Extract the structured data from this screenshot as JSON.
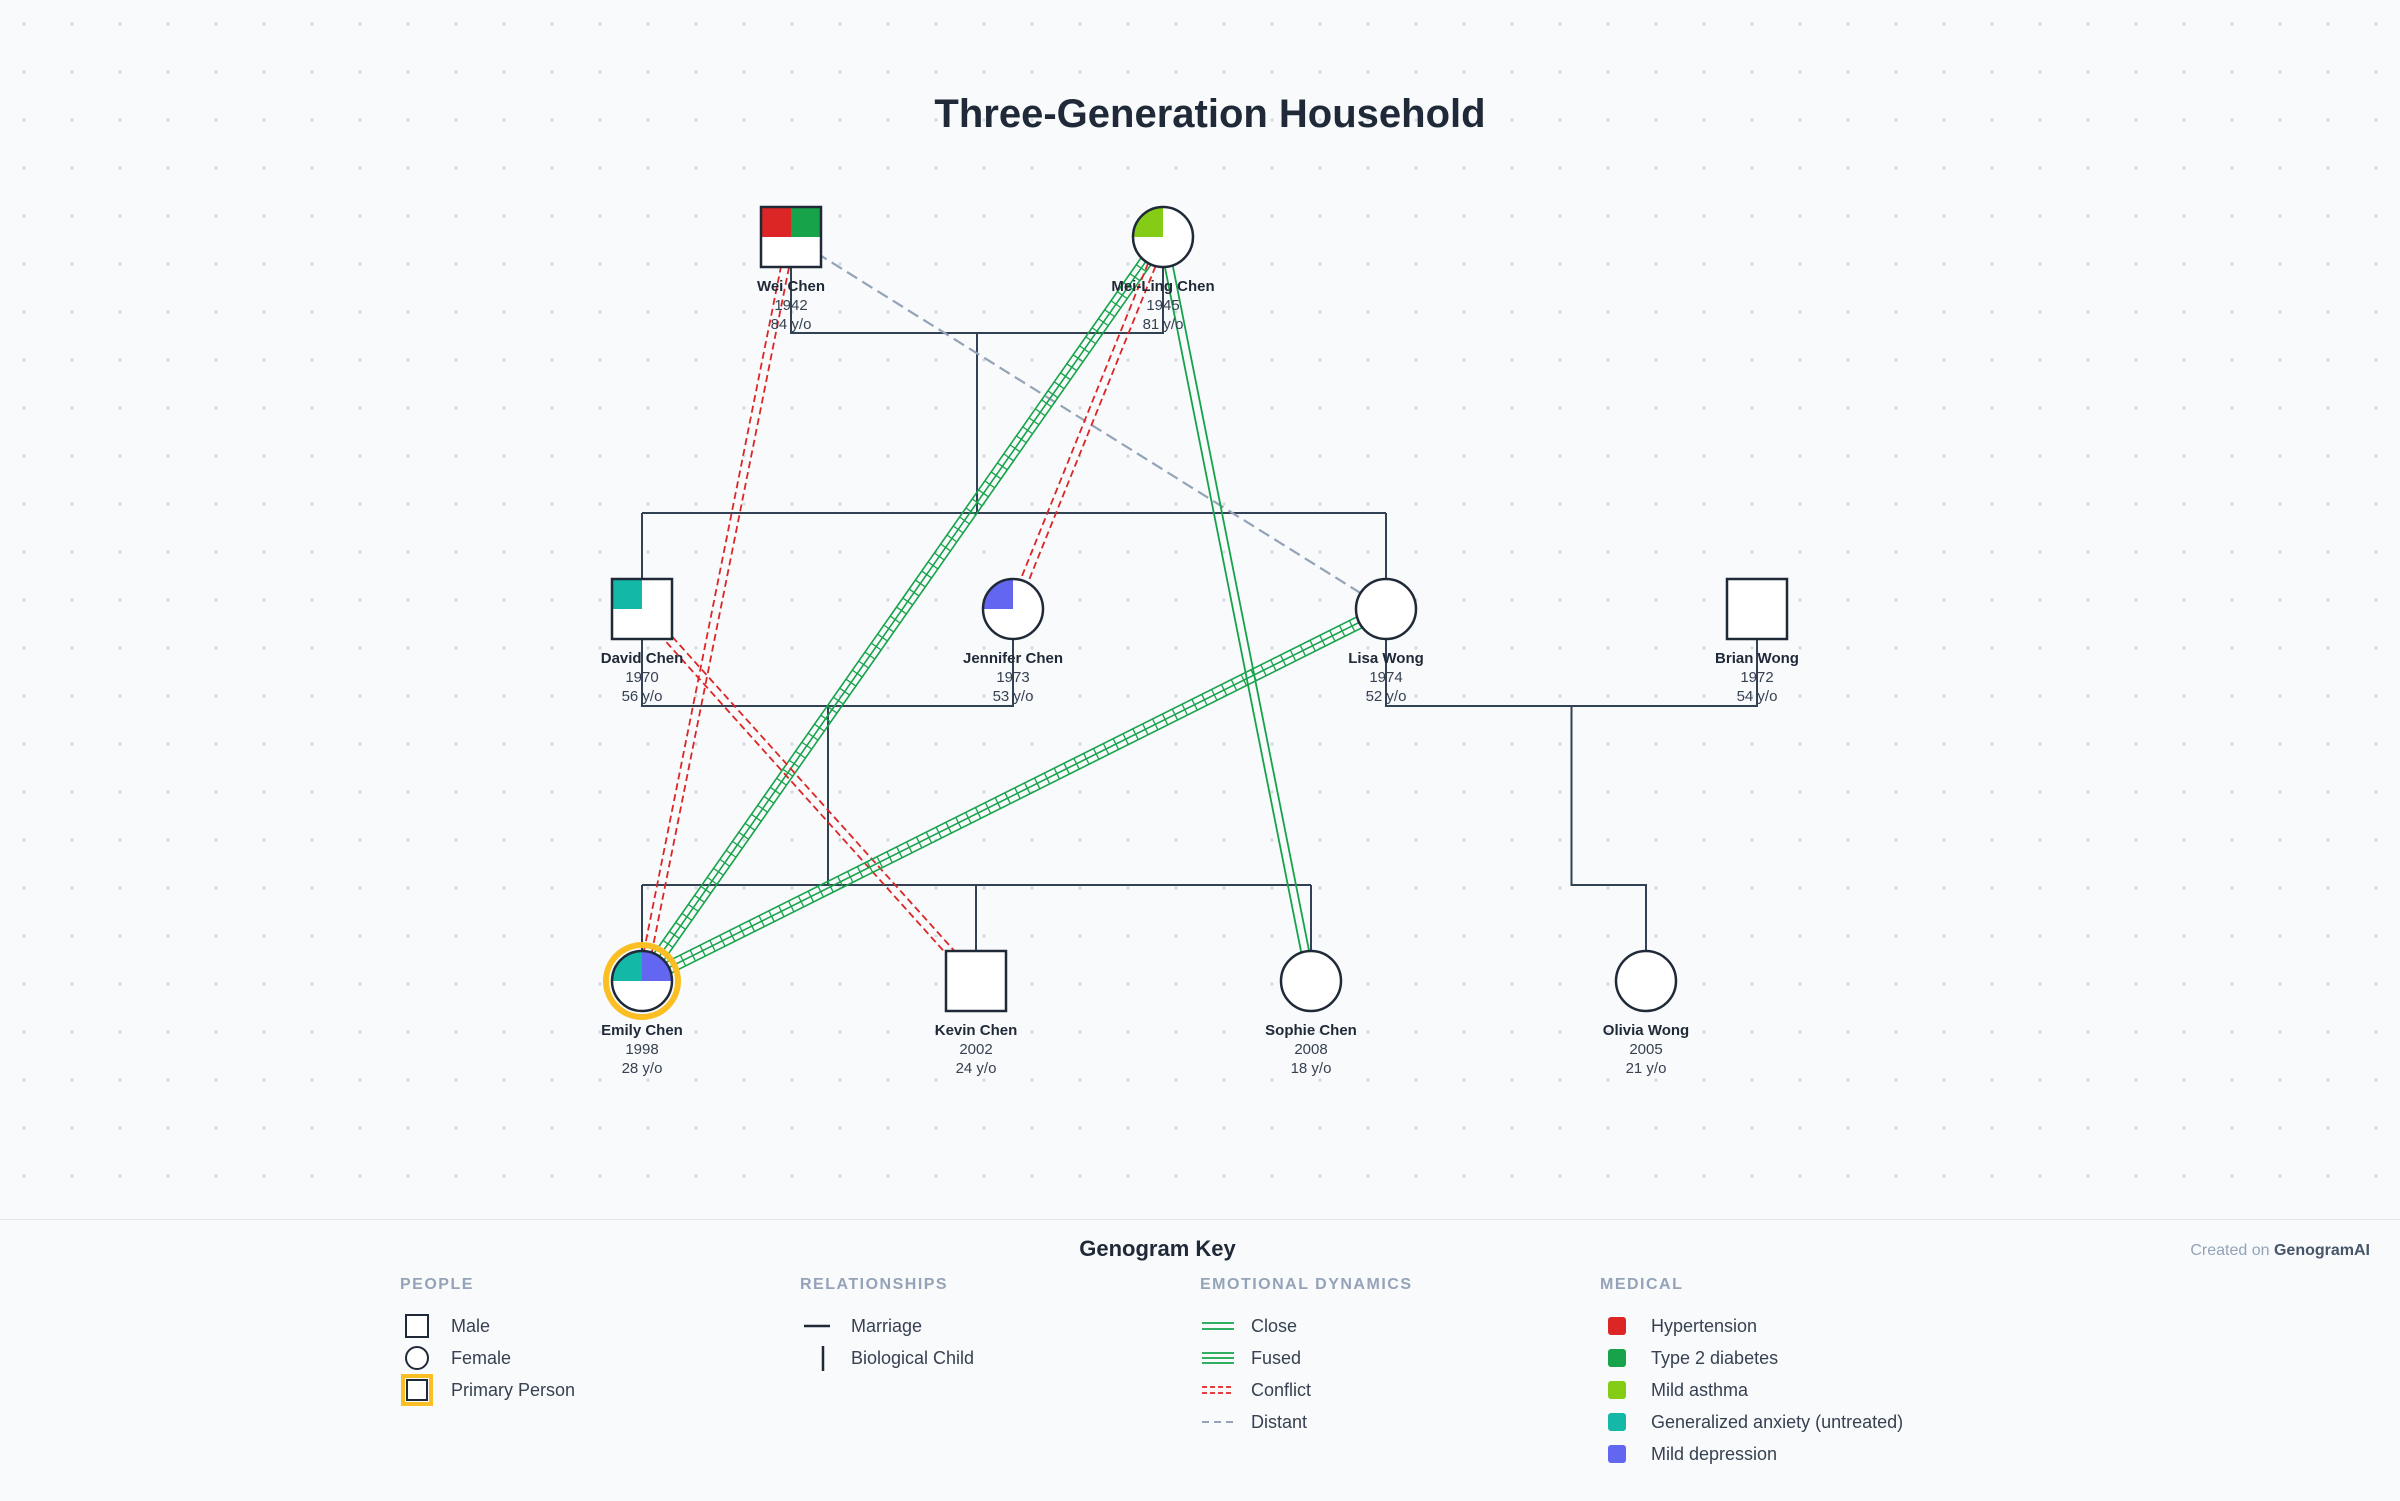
{
  "title": "Three-Generation Household",
  "people": [
    {
      "id": "wei",
      "name": "Wei Chen",
      "year": "1942",
      "age": "84 y/o",
      "gender": "male",
      "conditions": [
        "Hypertension",
        "Type 2 diabetes"
      ]
    },
    {
      "id": "meiling",
      "name": "Mei-Ling Chen",
      "year": "1945",
      "age": "81 y/o",
      "gender": "female",
      "conditions": [
        "Mild asthma"
      ]
    },
    {
      "id": "david",
      "name": "David Chen",
      "year": "1970",
      "age": "56 y/o",
      "gender": "male",
      "conditions": [
        "Generalized anxiety (untreated)"
      ]
    },
    {
      "id": "jennifer",
      "name": "Jennifer Chen",
      "year": "1973",
      "age": "53 y/o",
      "gender": "female",
      "conditions": [
        "Mild depression"
      ]
    },
    {
      "id": "lisa",
      "name": "Lisa Wong",
      "year": "1974",
      "age": "52 y/o",
      "gender": "female",
      "conditions": []
    },
    {
      "id": "brian",
      "name": "Brian Wong",
      "year": "1972",
      "age": "54 y/o",
      "gender": "male",
      "conditions": []
    },
    {
      "id": "emily",
      "name": "Emily Chen",
      "year": "1998",
      "age": "28 y/o",
      "gender": "female",
      "primary": true,
      "conditions": [
        "Generalized anxiety (untreated)",
        "Mild depression"
      ]
    },
    {
      "id": "kevin",
      "name": "Kevin Chen",
      "year": "2002",
      "age": "24 y/o",
      "gender": "male",
      "conditions": []
    },
    {
      "id": "sophie",
      "name": "Sophie Chen",
      "year": "2008",
      "age": "18 y/o",
      "gender": "female",
      "conditions": []
    },
    {
      "id": "olivia",
      "name": "Olivia Wong",
      "year": "2005",
      "age": "21 y/o",
      "gender": "female",
      "conditions": []
    }
  ],
  "relationships": [
    {
      "type": "marriage",
      "from": "wei",
      "to": "meiling"
    },
    {
      "type": "marriage",
      "from": "david",
      "to": "jennifer"
    },
    {
      "type": "marriage",
      "from": "lisa",
      "to": "brian"
    },
    {
      "type": "child",
      "parents": [
        "wei",
        "meiling"
      ],
      "children": [
        "david",
        "lisa"
      ]
    },
    {
      "type": "child",
      "parents": [
        "david",
        "jennifer"
      ],
      "children": [
        "emily",
        "kevin",
        "sophie"
      ]
    },
    {
      "type": "child",
      "parents": [
        "lisa",
        "brian"
      ],
      "children": [
        "olivia"
      ]
    }
  ],
  "emotional": [
    {
      "type": "conflict",
      "from": "wei",
      "to": "emily"
    },
    {
      "type": "distant",
      "from": "wei",
      "to": "lisa"
    },
    {
      "type": "fused",
      "from": "meiling",
      "to": "emily"
    },
    {
      "type": "conflict",
      "from": "meiling",
      "to": "jennifer"
    },
    {
      "type": "close",
      "from": "meiling",
      "to": "sophie"
    },
    {
      "type": "conflict",
      "from": "david",
      "to": "kevin"
    },
    {
      "type": "fused",
      "from": "lisa",
      "to": "emily"
    }
  ],
  "colors": {
    "Hypertension": "#dc2626",
    "Type 2 diabetes": "#16a34a",
    "Mild asthma": "#84cc16",
    "Generalized anxiety (untreated)": "#14b8a6",
    "Mild depression": "#6366f1",
    "primary": "#fbbf24",
    "close": "#16a34a",
    "conflict": "#dc2626",
    "distant": "#94a3b8"
  },
  "key": {
    "title": "Genogram Key",
    "credit_prefix": "Created on",
    "credit_brand": "GenogramAI",
    "people": {
      "heading": "PEOPLE",
      "items": [
        "Male",
        "Female",
        "Primary Person"
      ]
    },
    "relationships": {
      "heading": "RELATIONSHIPS",
      "items": [
        "Marriage",
        "Biological Child"
      ]
    },
    "emotional": {
      "heading": "EMOTIONAL DYNAMICS",
      "items": [
        "Close",
        "Fused",
        "Conflict",
        "Distant"
      ]
    },
    "medical": {
      "heading": "MEDICAL",
      "items": [
        "Hypertension",
        "Type 2 diabetes",
        "Mild asthma",
        "Generalized anxiety (untreated)",
        "Mild depression"
      ]
    }
  }
}
